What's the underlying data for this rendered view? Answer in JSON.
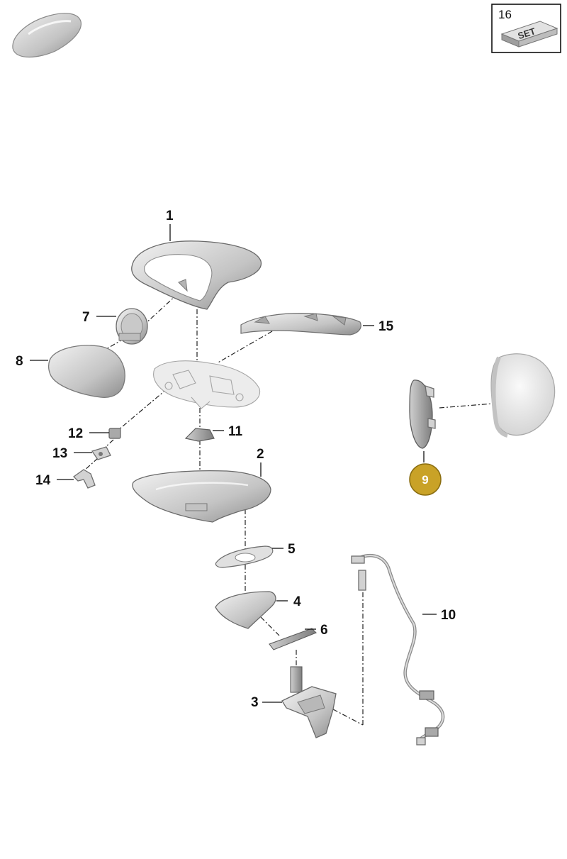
{
  "set_box": {
    "number": "16",
    "label": "SET"
  },
  "callouts": {
    "c1": "1",
    "c2": "2",
    "c3": "3",
    "c4": "4",
    "c5": "5",
    "c6": "6",
    "c7": "7",
    "c8": "8",
    "c9": "9",
    "c10": "10",
    "c11": "11",
    "c12": "12",
    "c13": "13",
    "c14": "14",
    "c15": "15"
  },
  "highlighted_part": "9",
  "colors": {
    "highlight": "#c9a227",
    "part_gray": "#d2d2d2",
    "line": "#111111"
  },
  "icons": {
    "vehicle_thumbnail": "car-icon",
    "set_icon": "set-block-icon"
  }
}
